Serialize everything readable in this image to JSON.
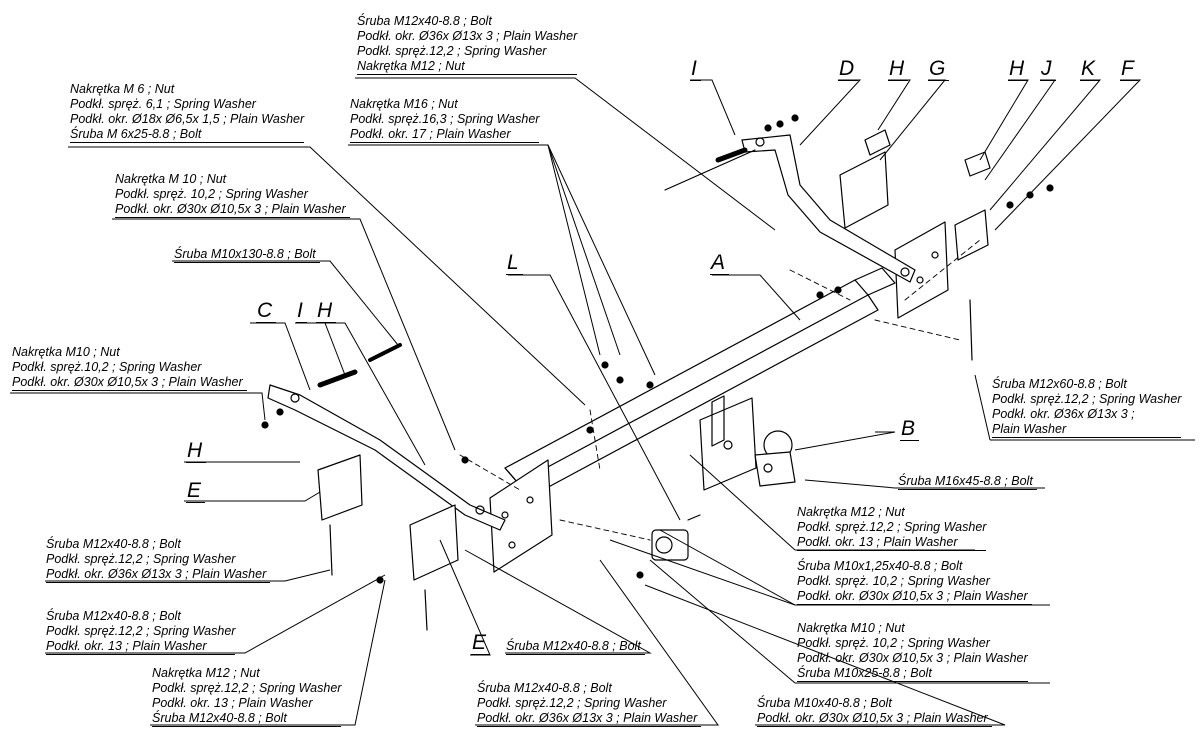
{
  "callouts": [
    {
      "id": "c1",
      "lines": [
        "Śruba M12x40-8.8 ;  Bolt",
        "Podkł. okr.  Ø36x Ø13x 3 ; Plain Washer",
        "Podkł. spręż.12,2 ; Spring Washer",
        "Nakrętka  M12 ; Nut"
      ]
    },
    {
      "id": "c2",
      "lines": [
        "Nakrętka  M 6 ; Nut",
        "Podkł. spręż. 6,1 ; Spring Washer",
        "Podkł. okr.  Ø18x Ø6,5x 1,5 ; Plain Washer",
        "Śruba M 6x25-8.8 ;  Bolt"
      ]
    },
    {
      "id": "c3",
      "lines": [
        "Nakrętka  M16 ; Nut",
        "Podkł. spręż.16,3 ; Spring Washer",
        "Podkł. okr. 17 ; Plain Washer"
      ]
    },
    {
      "id": "c4",
      "lines": [
        "Nakrętka  M 10 ; Nut",
        "Podkł. spręż. 10,2 ; Spring Washer",
        "Podkł. okr.  Ø30x Ø10,5x 3 ; Plain Washer"
      ]
    },
    {
      "id": "c5",
      "lines": [
        "Śruba M10x130-8.8 ;  Bolt"
      ]
    },
    {
      "id": "c6",
      "lines": [
        "Nakrętka  M10 ; Nut",
        "Podkł. spręż.10,2 ; Spring Washer",
        "Podkł. okr.  Ø30x Ø10,5x 3 ; Plain Washer"
      ]
    },
    {
      "id": "c7",
      "lines": [
        "Śruba M12x60-8.8 ;  Bolt",
        "Podkł. spręż.12,2 ; Spring Washer",
        "Podkł. okr.  Ø36x Ø13x 3 ;",
        "Plain Washer"
      ]
    },
    {
      "id": "c8",
      "lines": [
        "Śruba M16x45-8.8 ;  Bolt"
      ]
    },
    {
      "id": "c9",
      "lines": [
        "Nakrętka  M12 ; Nut",
        "Podkł. spręż.12,2 ; Spring Washer",
        "Podkł. okr. 13 ; Plain Washer"
      ]
    },
    {
      "id": "c10",
      "lines": [
        "Śruba M10x1,25x40-8.8 ;  Bolt",
        "Podkł. spręż. 10,2 ; Spring Washer",
        "Podkł. okr.  Ø30x Ø10,5x 3 ; Plain Washer"
      ]
    },
    {
      "id": "c11",
      "lines": [
        "Nakrętka  M10 ; Nut",
        "Podkł. spręż. 10,2 ; Spring Washer",
        "Podkł. okr.  Ø30x Ø10,5x 3 ; Plain Washer",
        "Śruba M10x25-8.8 ;  Bolt"
      ]
    },
    {
      "id": "c12",
      "lines": [
        "Śruba M12x40-8.8 ;  Bolt",
        "Podkł. spręż.12,2 ; Spring Washer",
        "Podkł. okr.  Ø36x Ø13x 3 ; Plain Washer"
      ]
    },
    {
      "id": "c13",
      "lines": [
        "Śruba M12x40-8.8 ;  Bolt",
        "Podkł. spręż.12,2 ; Spring Washer",
        "Podkł. okr. 13 ; Plain Washer"
      ]
    },
    {
      "id": "c14",
      "lines": [
        "Śruba M12x40-8.8 ;  Bolt"
      ]
    },
    {
      "id": "c15",
      "lines": [
        "Nakrętka  M12 ; Nut",
        "Podkł. spręż.12,2 ; Spring Washer",
        "Podkł. okr. 13 ; Plain Washer",
        "Śruba M12x40-8.8 ;  Bolt"
      ]
    },
    {
      "id": "c16",
      "lines": [
        "Śruba M12x40-8.8 ;  Bolt",
        "Podkł. spręż.12,2 ; Spring Washer",
        "Podkł. okr.  Ø36x Ø13x 3 ; Plain Washer"
      ]
    },
    {
      "id": "c17",
      "lines": [
        "Śruba M10x40-8.8 ;  Bolt",
        "Podkł. okr.  Ø30x Ø10,5x 3 ; Plain Washer"
      ]
    }
  ],
  "part_letters": {
    "I_top": "I",
    "D": "D",
    "H_top": "H",
    "G": "G",
    "H_top2": "H",
    "J": "J",
    "K": "K",
    "F": "F",
    "L": "L",
    "A": "A",
    "C": "C",
    "I_left": "I",
    "H_left": "H",
    "B": "B",
    "H_side": "H",
    "E_side": "E",
    "E_bottom": "E"
  }
}
